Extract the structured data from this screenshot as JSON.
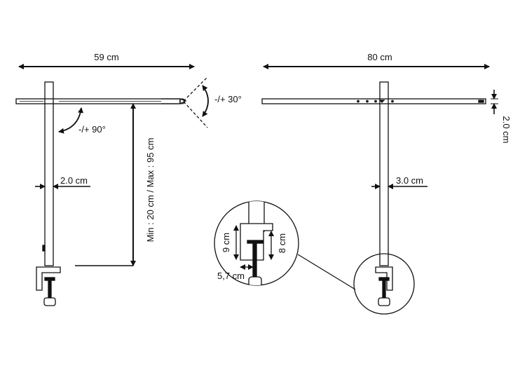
{
  "side_view": {
    "width_label": "59 cm",
    "tilt_label": "-/+ 30°",
    "rotate_label": "-/+ 90°",
    "pole_label": "2.0 cm",
    "height_label": "Min : 20 cm / Max : 95 cm"
  },
  "front_view": {
    "width_label": "80 cm",
    "thickness_label": "2.0 cm",
    "pole_label": "3.0 cm"
  },
  "clamp_detail": {
    "outer_label": "9 cm",
    "inner_label": "8 cm",
    "depth_label": "5,7 cm"
  },
  "colors": {
    "line": "#111111",
    "background": "#ffffff"
  }
}
